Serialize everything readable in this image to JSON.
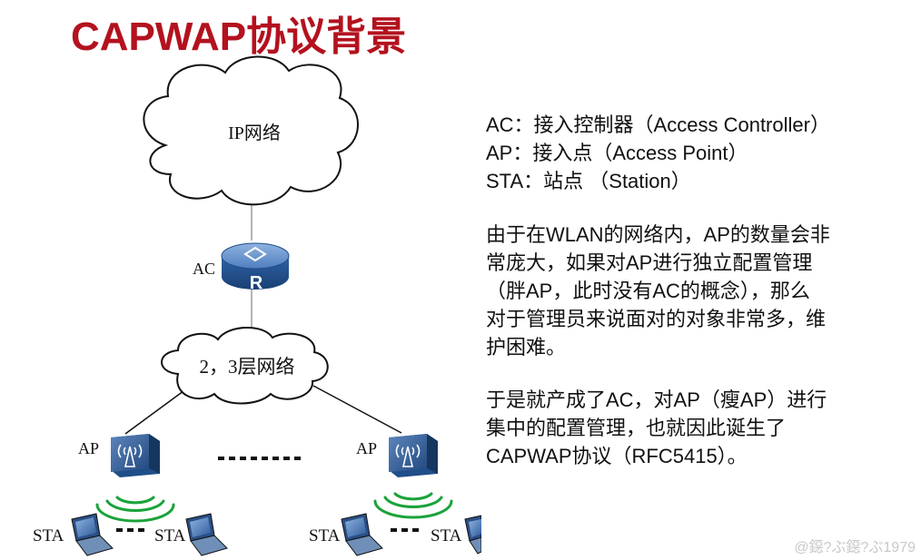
{
  "title": "CAPWAP协议背景",
  "diagram": {
    "ip_cloud_label": "IP网络",
    "ac_label": "AC",
    "router_letter": "R",
    "l23_cloud_label": "2，3层网络",
    "ap_left_label": "AP",
    "ap_right_label": "AP",
    "sta_labels": [
      "STA",
      "STA",
      "STA",
      "STA"
    ]
  },
  "definitions": [
    "AC：接入控制器（Access Controller）",
    "AP：接入点（Access Point）",
    "STA：站点 （Station）"
  ],
  "paragraph1": [
    "由于在WLAN的网络内，AP的数量会非",
    "常庞大，如果对AP进行独立配置管理",
    "（胖AP，此时没有AC的概念），那么",
    "对于管理员来说面对的对象非常多，维",
    "护困难。"
  ],
  "paragraph2": [
    "于是就产成了AC，对AP（瘦AP）进行",
    "集中的配置管理，也就因此诞生了",
    "CAPWAP协议（RFC5415）。"
  ],
  "watermark": "@鐚?ぶ鐚?ぶ1979",
  "colors": {
    "title": "#b3121e",
    "device_blue": "#1f4e89",
    "device_light": "#6f97c9"
  }
}
